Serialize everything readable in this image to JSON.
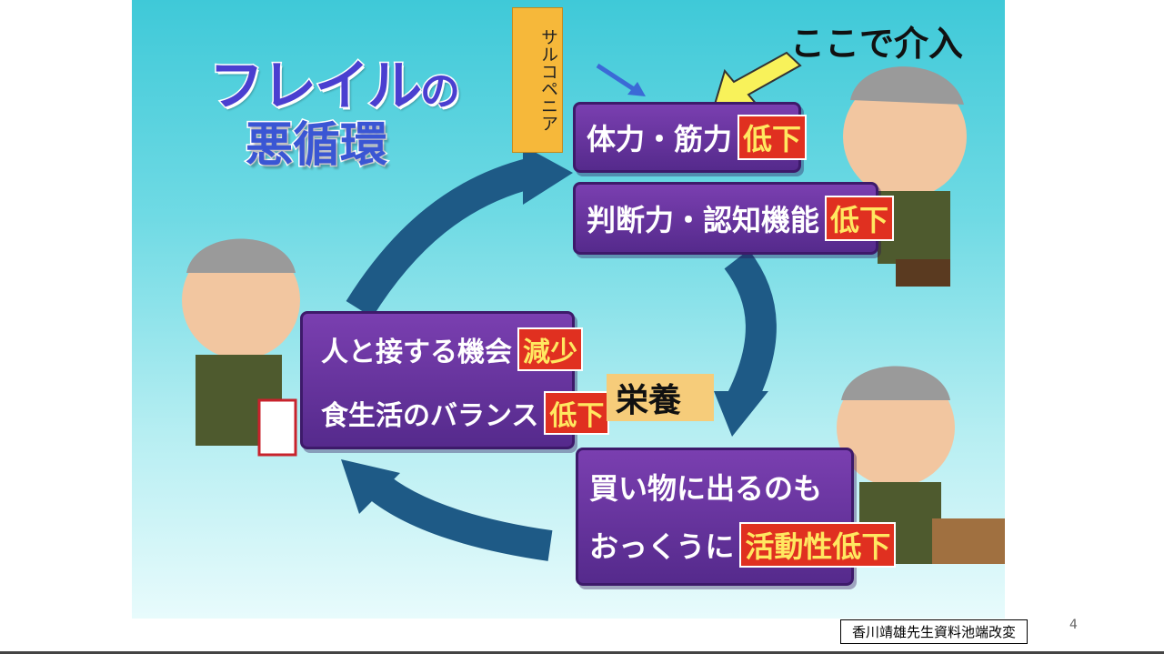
{
  "title": {
    "line1_main": "フレイル",
    "line1_suffix": "の",
    "line2": "悪循環"
  },
  "boxes": {
    "top1": {
      "text": "体力・筋力",
      "tag": "低下"
    },
    "top2": {
      "text": "判断力・認知機能",
      "tag": "低下"
    },
    "left1": {
      "text": "人と接する機会",
      "tag": "減少"
    },
    "left2": {
      "text": "食生活のバランス",
      "tag": "低下"
    },
    "bottom_line1": "買い物に出るのも",
    "bottom_line2": "おっくうに",
    "bottom_tag": "活動性低下"
  },
  "sarcopenia": "サルコペニア",
  "callout": "ここで介入",
  "eiyou": "栄養",
  "credit": "香川靖雄先生資料池端改変",
  "page_number": "4"
}
